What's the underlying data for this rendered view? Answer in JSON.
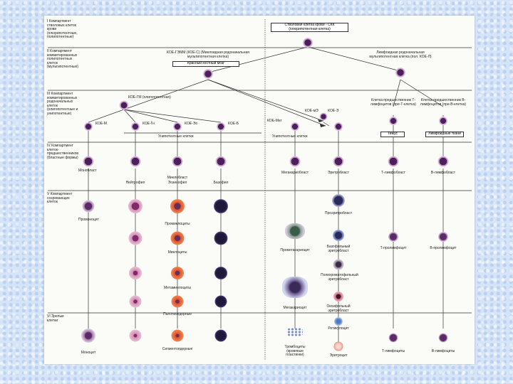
{
  "colors": {
    "nucleus": "#5a2a6a",
    "membrane": "#e9e2ee",
    "eos": "#e0542a",
    "baso": "#2a1f4a",
    "neut": "#cc6f9a",
    "rbc": "#f2b7a4",
    "line": "#333333"
  },
  "sections": {
    "s1": "I Компартмент стволовых клеток крови (плюрипотентные, полипотентные)",
    "s2": "II Компартмент коммитированных полипотентных клеток (мультипотентные)",
    "s3": "III Компартмент коммитированных родоначальных клеток (олигопотентные и унипотентные)",
    "s4": "IV Компартмент клеток-предшественников (бластные формы)",
    "s5": "V Компартмент созревающих клеток",
    "s6": "VI Зрелые клетки"
  },
  "labels": {
    "stem": "Стволовая клетка крови - СКК (плюрипотентная клетка)",
    "myeloid": "КОЕ-ГЭММ (КОЕ-С) (Миелоидная родоначальная мультипотентная клетка)",
    "marrow": "Красный костный мозг",
    "lymphoid": "Лимфоидная родоначальная мультипотентная клетка (пол. КОЕ-Л)",
    "kgm": "КОЕ-ГМ (олигопотентная)",
    "km": "КОЕ-М",
    "kg": "КОЕ-Гн",
    "keo": "КОЕ-Эо",
    "kb": "КОЕ-Б",
    "kmeg": "КОЕ-Мег",
    "kme": "КОЕ-мЭ",
    "ke": "КОЕ-Э",
    "tpre": "Клетка-предшественник Т-лимфоцитов (пре-Т-клетка)",
    "bpre": "Клетка-предшественник В-лимфоцитов (пре-В-клетка)",
    "uni": "Унипотентные клетки",
    "thymus": "Тимус",
    "lymphtissue": "Лимфоидные ткани",
    "monoblast": "Монобласт",
    "myeloblast": "Миелобласт",
    "neut": "Нейтрофил",
    "eos": "Эозинофил",
    "baso": "Базофил",
    "megablast": "Мегакариобласт",
    "erythroblast": "Эритробласт",
    "tlb": "Т-лимфобласт",
    "blb": "В-лимфобласт",
    "promono": "Промоноцит",
    "promyelo": "Промиелоциты",
    "proeryth": "Проэритробласт",
    "myelo": "Миелоциты",
    "promegacyte": "Промегакариоцит",
    "basoeryth": "Базофильный эритробласт",
    "tprolymph": "Т-пролимфоцит",
    "bprolymph": "В-пролимфоцит",
    "poly": "Полихроматофильный эритробласт",
    "metamyelo": "Метамиелоциты",
    "megacyte": "Мегакариоцит",
    "oxy": "Оксифильный эритробласт",
    "band": "Палочкоядерные",
    "retic": "Ретикулоцит",
    "monocyte": "Моноцит",
    "segment": "Сегментоядерные",
    "platelets": "Тромбоциты (кровяные пластинки)",
    "erythro": "Эритроцит",
    "tlymph": "Т-лимфоциты",
    "blymph": "В-лимфоциты"
  }
}
